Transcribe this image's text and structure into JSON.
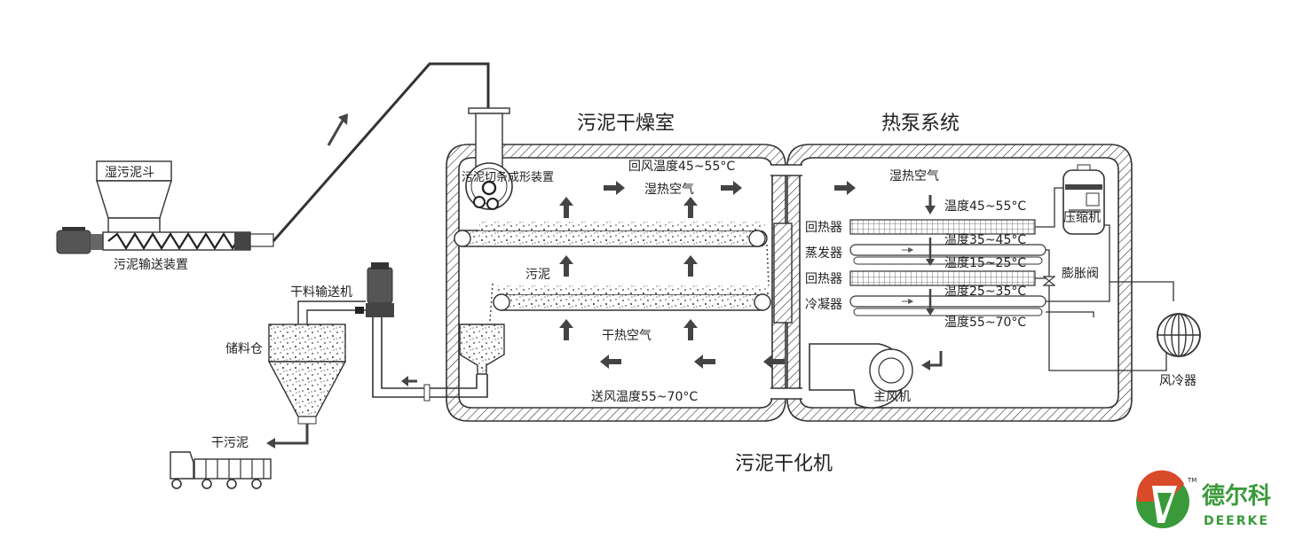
{
  "titles": {
    "drying_room": "污泥干燥室",
    "heat_pump": "热泵系统",
    "machine": "污泥干化机"
  },
  "components": {
    "wet_hopper": "湿污泥斗",
    "sludge_conveyor": "污泥输送装置",
    "cutter": "污泥切条成形装置",
    "dry_conveyor": "干料输送机",
    "storage_bin": "储料仓",
    "dry_sludge": "干污泥",
    "compressor": "压缩机",
    "expansion_valve": "膨胀阀",
    "air_cooler": "风冷器",
    "main_fan": "主风机",
    "reheater_1": "回热器",
    "evaporator": "蒸发器",
    "reheater_2": "回热器",
    "condenser": "冷凝器"
  },
  "flow_labels": {
    "return_air_temp": "回风温度45~55°C",
    "humid_air_dryer": "湿热空气",
    "sludge": "污泥",
    "dry_hot_air": "干热空气",
    "supply_air_temp": "送风温度55~70°C",
    "humid_air_pump": "湿热空气"
  },
  "temperatures": {
    "t1": "温度45~55°C",
    "t2": "温度35~45°C",
    "t3": "温度15~25°C",
    "t4": "温度25~35°C",
    "t5": "温度55~70°C"
  },
  "logo": {
    "name_cn": "德尔科",
    "name_en": "DEERKE",
    "mark": "TM",
    "primary_color": "#3a9a3a",
    "accent_color": "#d94a2a"
  }
}
